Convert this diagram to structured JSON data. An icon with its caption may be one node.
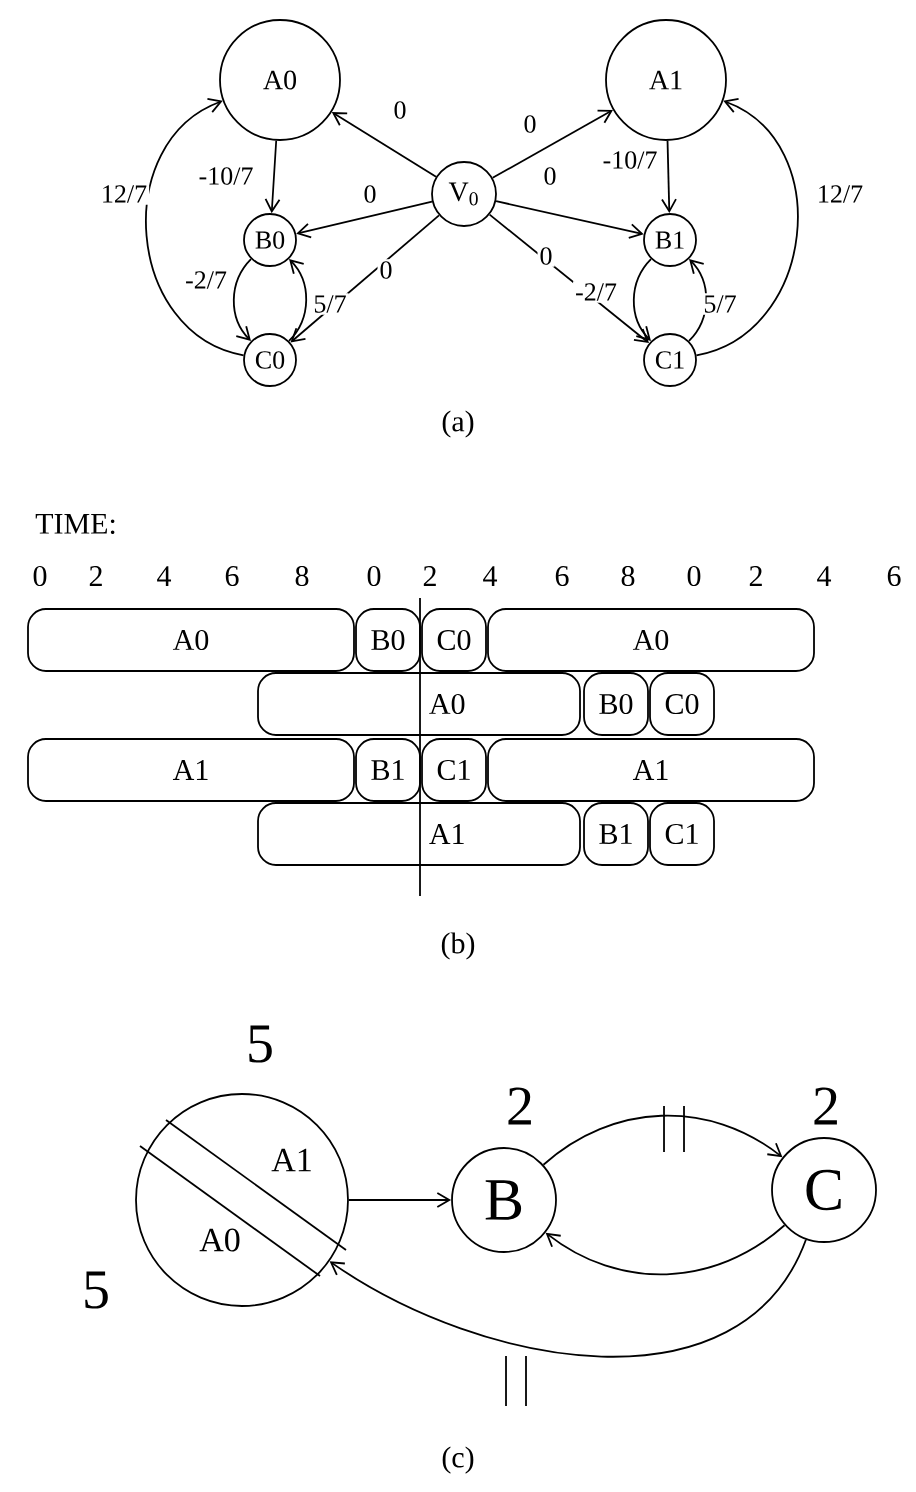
{
  "diagram": {
    "nodes": [
      {
        "text": [
          "A0"
        ]
      },
      {
        "text": [
          "A1"
        ]
      },
      {
        "text": [
          "V$_{0}$"
        ]
      },
      {
        "text": [
          "B0"
        ]
      },
      {
        "text": [
          "B1"
        ]
      },
      {
        "text": [
          "C0"
        ]
      },
      {
        "text": [
          "C1"
        ]
      },
      {
        "text": [
          "A0"
        ]
      },
      {
        "text": [
          "B0"
        ]
      },
      {
        "text": [
          "C0"
        ]
      },
      {
        "text": [
          "A0"
        ]
      },
      {
        "text": [
          "A0"
        ]
      },
      {
        "text": [
          "B0"
        ]
      },
      {
        "text": [
          "C0"
        ]
      },
      {
        "text": [
          "A1"
        ]
      },
      {
        "text": [
          "B1"
        ]
      },
      {
        "text": [
          "C1"
        ]
      },
      {
        "text": [
          "A1"
        ]
      },
      {
        "text": [
          "A1"
        ]
      },
      {
        "text": [
          "B1"
        ]
      },
      {
        "text": [
          "C1"
        ]
      },
      {
        "text": [
          "A1",
          "A0"
        ],
        "beside": [
          "5",
          "5"
        ]
      },
      {
        "text": [
          "B"
        ],
        "beside": [
          "2"
        ]
      },
      {
        "text": [
          "C"
        ],
        "beside": [
          "2"
        ]
      }
    ],
    "edges": [
      {
        "from": 2,
        "to": 0,
        "arrow": "to",
        "label": "0"
      },
      {
        "from": 2,
        "to": 1,
        "arrow": "to",
        "label": "0"
      },
      {
        "from": 2,
        "to": 3,
        "arrow": "to",
        "label": "0"
      },
      {
        "from": 2,
        "to": 4,
        "arrow": "to",
        "label": "0"
      },
      {
        "from": 2,
        "to": 5,
        "arrow": "to",
        "label": "0"
      },
      {
        "from": 2,
        "to": 6,
        "arrow": "to",
        "label": "0"
      },
      {
        "from": 0,
        "to": 3,
        "arrow": "to",
        "label": "-10/7"
      },
      {
        "from": 1,
        "to": 4,
        "arrow": "to",
        "label": "-10/7"
      },
      {
        "from": 3,
        "to": 5,
        "arrow": "to",
        "label": "-2/7"
      },
      {
        "from": 5,
        "to": 3,
        "arrow": "to",
        "label": "5/7"
      },
      {
        "from": 5,
        "to": 0,
        "arrow": "to",
        "label": "12/7"
      },
      {
        "from": 4,
        "to": 6,
        "arrow": "to",
        "label": "-2/7"
      },
      {
        "from": 6,
        "to": 4,
        "arrow": "to",
        "label": "5/7"
      },
      {
        "from": 6,
        "to": 1,
        "arrow": "to",
        "label": "12/7"
      },
      {
        "from": 21,
        "to": 22,
        "arrow": "to"
      },
      {
        "from": 22,
        "to": 23,
        "arrow": "to"
      },
      {
        "from": 23,
        "to": 22,
        "arrow": "to"
      },
      {
        "from": 23,
        "to": 21,
        "arrow": "to"
      }
    ],
    "labels": [
      "(a)",
      "TIME:",
      "0",
      "2",
      "4",
      "6",
      "8",
      "0",
      "2",
      "4",
      "6",
      "8",
      "0",
      "2",
      "4",
      "6",
      "(b)",
      "(c)"
    ]
  }
}
